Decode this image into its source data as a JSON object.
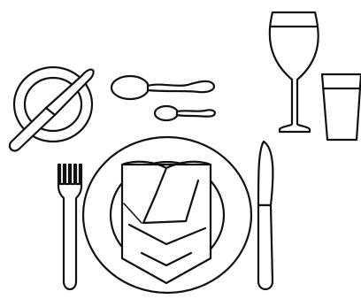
{
  "illustration": {
    "subject": "place-setting",
    "line_color": "#111111",
    "background": "#ffffff",
    "items": [
      "side-plate",
      "butter-knife",
      "soup-spoon",
      "teaspoon",
      "wine-glass",
      "water-tumbler",
      "dinner-fork",
      "dinner-plate",
      "folded-napkin",
      "dinner-knife"
    ]
  }
}
